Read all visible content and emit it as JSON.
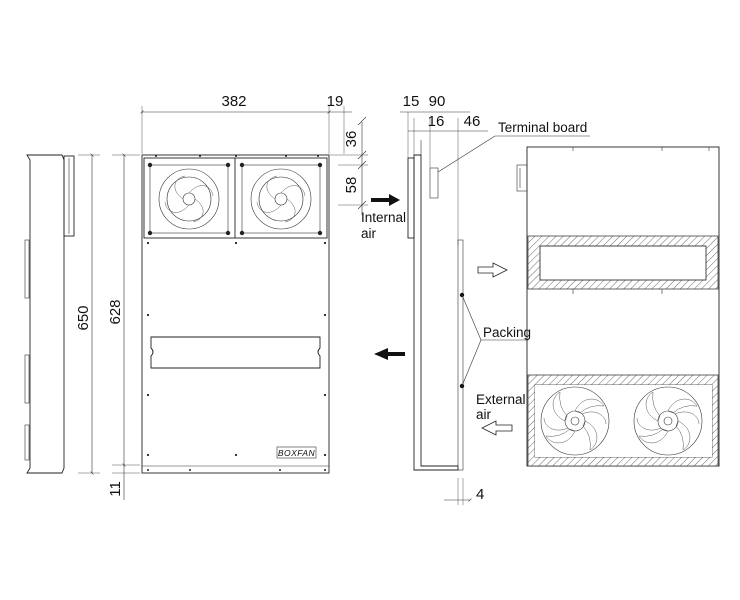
{
  "dimensions": {
    "width_382": "382",
    "flange_19": "19",
    "depth_15": "15",
    "depth_90": "90",
    "depth_16": "16",
    "depth_46": "46",
    "height_36": "36",
    "height_58": "58",
    "height_650": "650",
    "height_628": "628",
    "offset_11": "11",
    "packing_4": "4"
  },
  "labels": {
    "terminal_board": "Terminal board",
    "internal_air_1": "Internal",
    "internal_air_2": "air",
    "packing": "Packing",
    "external_air_1": "External",
    "external_air_2": "air",
    "brand": "BOXFAN"
  },
  "colors": {
    "line": "#222222",
    "arrow_fill": "#111111",
    "hatch": "#444444"
  }
}
